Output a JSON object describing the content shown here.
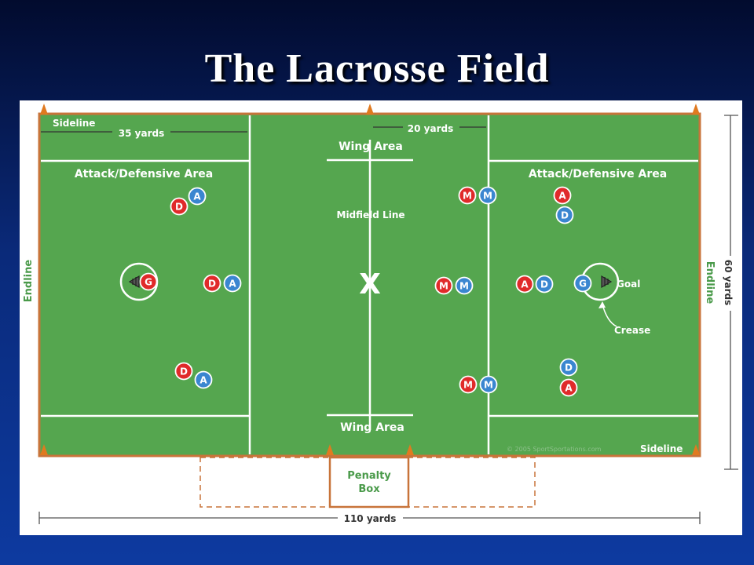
{
  "title": "The Lacrosse Field",
  "colors": {
    "field": "#55a64f",
    "border": "#c8743a",
    "line": "#ffffff",
    "cone": "#e07a20",
    "red_player": "#e02a2a",
    "blue_player": "#3a86d0",
    "dim_line": "#555555"
  },
  "labels": {
    "sideline_top": "Sideline",
    "sideline_bottom": "Sideline",
    "yards_35": "35 yards",
    "yards_20": "20 yards",
    "yards_60": "60 yards",
    "yards_110": "110 yards",
    "wing_area_top": "Wing Area",
    "wing_area_bottom": "Wing Area",
    "attack_left": "Attack/Defensive Area",
    "attack_right": "Attack/Defensive Area",
    "midfield_line": "Midfield Line",
    "endline_left": "Endline",
    "endline_right": "Endline",
    "goal": "Goal",
    "crease": "Crease",
    "penalty_line1": "Penalty",
    "penalty_line2": "Box",
    "copyright": "© 2005 SportSportations.com",
    "faceoff": "X"
  },
  "goals": [
    {
      "letter": "G",
      "side": "left"
    },
    {
      "letter": "G",
      "side": "right"
    }
  ],
  "players": [
    {
      "letter": "A",
      "team": "blue"
    },
    {
      "letter": "D",
      "team": "red"
    },
    {
      "letter": "D",
      "team": "red"
    },
    {
      "letter": "A",
      "team": "blue"
    },
    {
      "letter": "D",
      "team": "red"
    },
    {
      "letter": "A",
      "team": "blue"
    },
    {
      "letter": "M",
      "team": "red"
    },
    {
      "letter": "M",
      "team": "blue"
    },
    {
      "letter": "M",
      "team": "red"
    },
    {
      "letter": "M",
      "team": "blue"
    },
    {
      "letter": "M",
      "team": "red"
    },
    {
      "letter": "M",
      "team": "blue"
    },
    {
      "letter": "A",
      "team": "red"
    },
    {
      "letter": "D",
      "team": "blue"
    },
    {
      "letter": "A",
      "team": "red"
    },
    {
      "letter": "D",
      "team": "blue"
    },
    {
      "letter": "D",
      "team": "blue"
    },
    {
      "letter": "A",
      "team": "red"
    }
  ]
}
